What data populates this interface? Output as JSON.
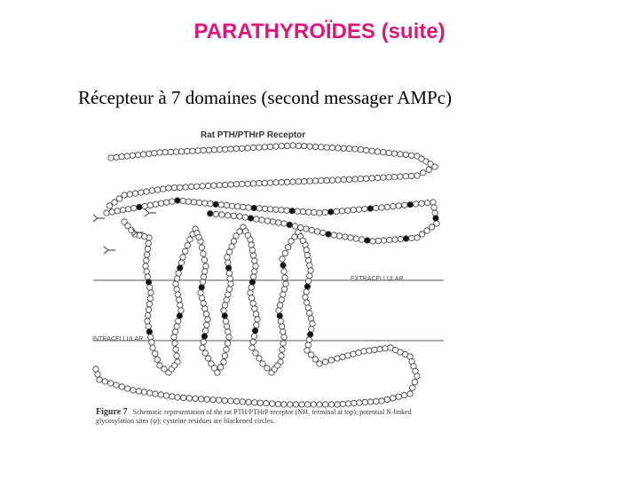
{
  "slide": {
    "title": "PARATHYROÏDES (suite)",
    "subtitle": "Récepteur à 7 domaines (second messager AMPc)"
  },
  "figure": {
    "header": "Rat PTH/PTHrP Receptor",
    "extracellular_label": "EXTRACELLULAR",
    "intracellular_label": "INTRACELLULAR",
    "caption_label": "Figure 7",
    "caption_line1": "Schematic representation of the rat PTH/PTHrP receptor (NH₂ terminal at top); potential N-linked",
    "caption_line2": "glycosylation sites (ψ); cysteine residues are blackened circles.",
    "colors": {
      "residue_stroke": "#333333",
      "cysteine_fill": "#111111",
      "membrane_line": "#555555"
    }
  }
}
